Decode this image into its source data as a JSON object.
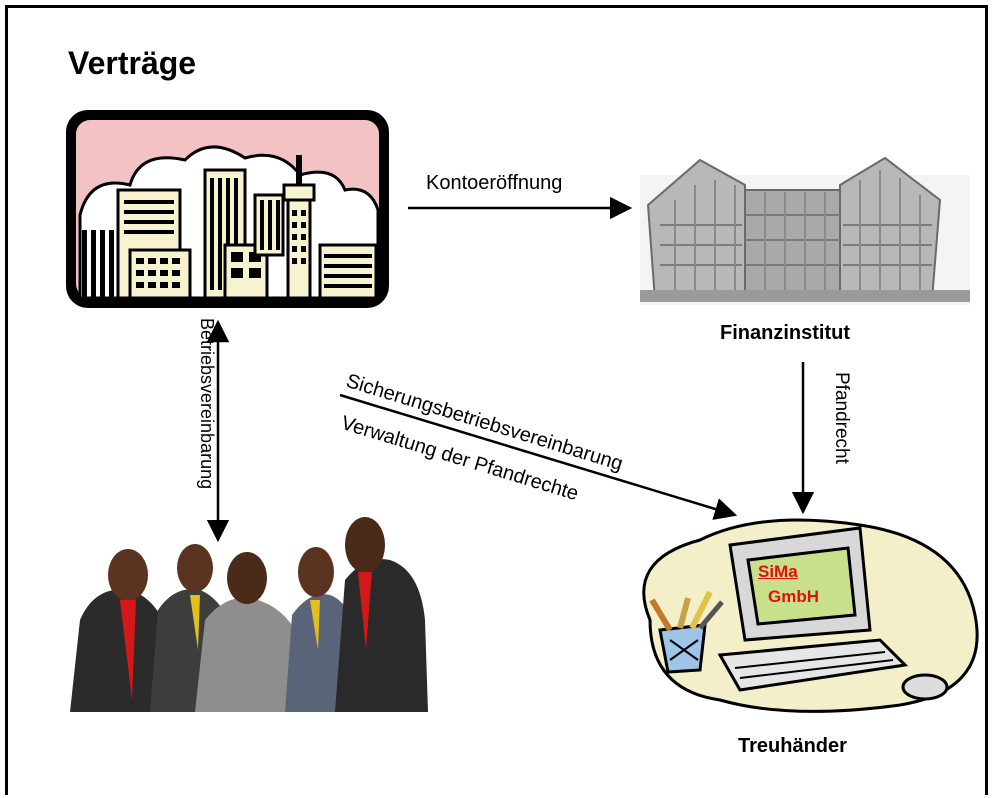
{
  "title": "Verträge",
  "nodes": {
    "bank": {
      "label": "Finanzinstitut"
    },
    "trustee": {
      "label": "Treuhänder",
      "screen_line1": "SiMa",
      "screen_line2": "GmbH"
    }
  },
  "edges": {
    "company_to_bank": "Kontoeröffnung",
    "company_to_staff": "Betriebsvereinbarung",
    "bank_to_trustee": "Pfandrecht",
    "staff_to_trustee_line1": "Sicherungsbetriebsvereinbarung",
    "staff_to_trustee_line2": "Verwaltung der Pfandrechte"
  },
  "colors": {
    "sky": "#f2c2c4",
    "building_fill": "#f7f3cf",
    "monitor_screen": "#c8e08c",
    "brand_text": "#e01010",
    "blob": "#f3efc8"
  }
}
